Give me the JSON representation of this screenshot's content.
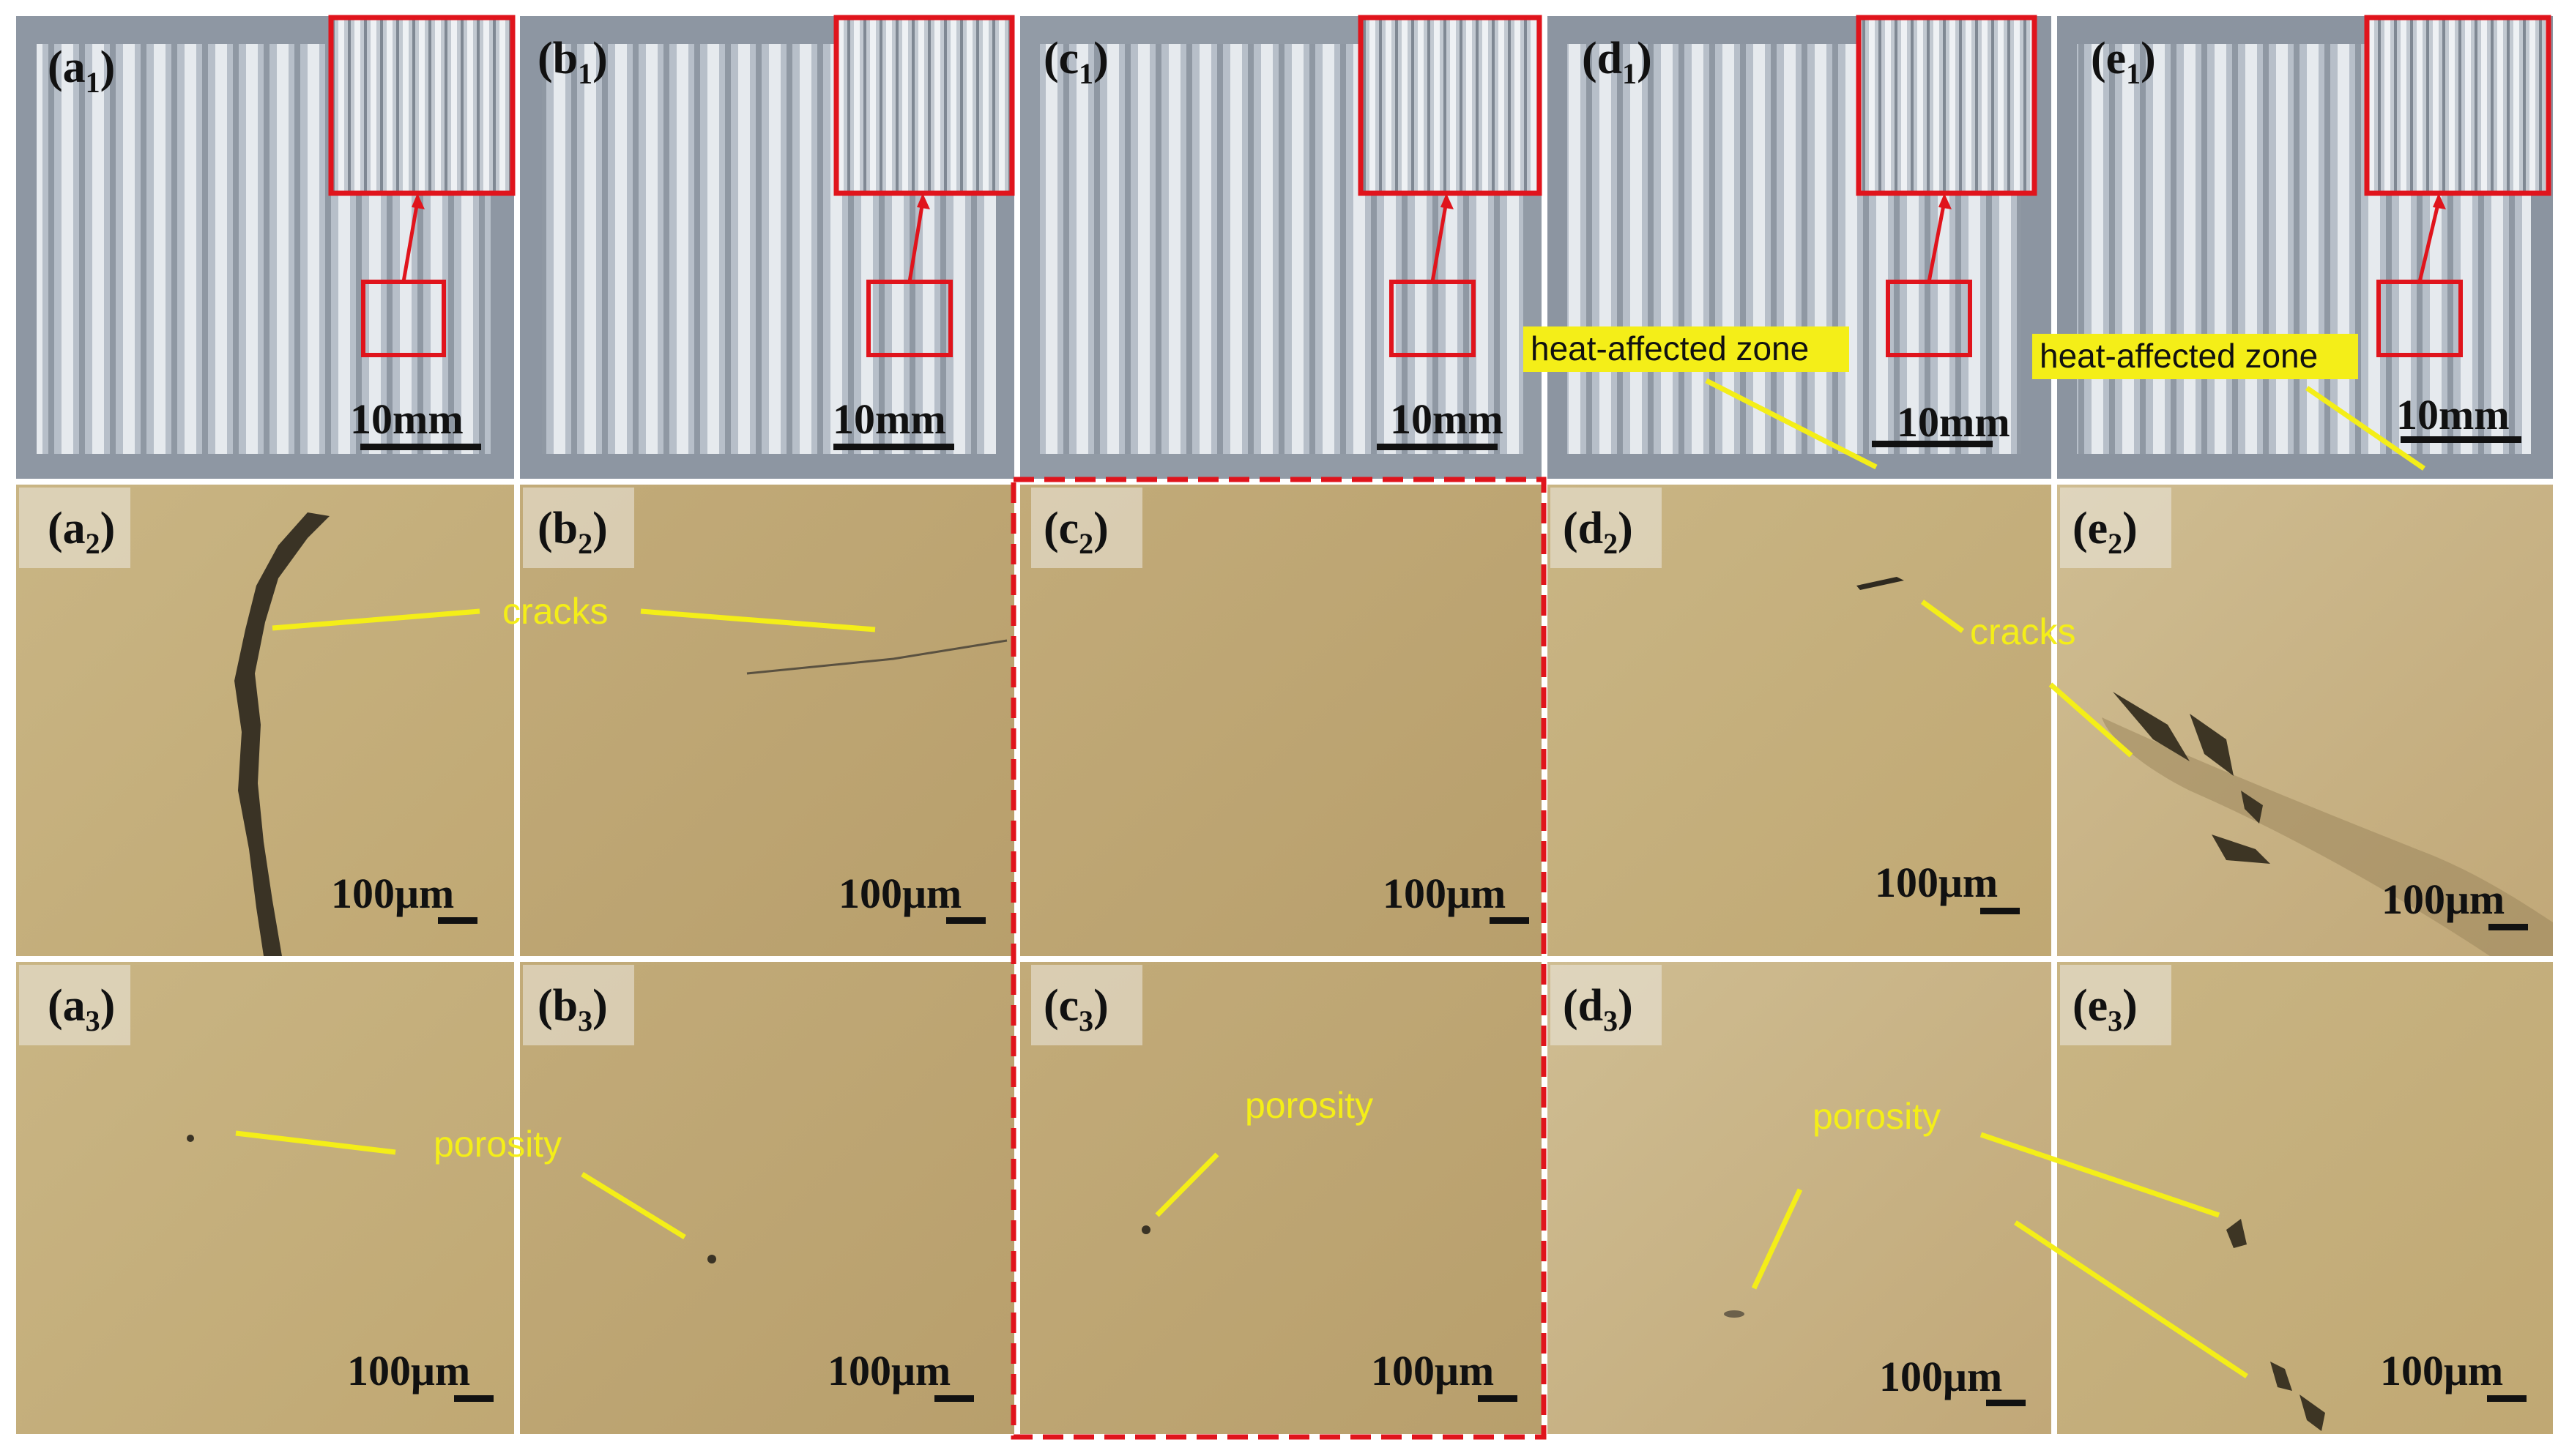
{
  "panels": {
    "a1": {
      "letter": "(a",
      "sub": "1",
      "close": ")"
    },
    "b1": {
      "letter": "(b",
      "sub": "1",
      "close": ")"
    },
    "c1": {
      "letter": "(c",
      "sub": "1",
      "close": ")"
    },
    "d1": {
      "letter": "(d",
      "sub": "1",
      "close": ")"
    },
    "e1": {
      "letter": "(e",
      "sub": "1",
      "close": ")"
    },
    "a2": {
      "letter": "(a",
      "sub": "2",
      "close": ")"
    },
    "b2": {
      "letter": "(b",
      "sub": "2",
      "close": ")"
    },
    "c2": {
      "letter": "(c",
      "sub": "2",
      "close": ")"
    },
    "d2": {
      "letter": "(d",
      "sub": "2",
      "close": ")"
    },
    "e2": {
      "letter": "(e",
      "sub": "2",
      "close": ")"
    },
    "a3": {
      "letter": "(a",
      "sub": "3",
      "close": ")"
    },
    "b3": {
      "letter": "(b",
      "sub": "3",
      "close": ")"
    },
    "c3": {
      "letter": "(c",
      "sub": "3",
      "close": ")"
    },
    "d3": {
      "letter": "(d",
      "sub": "3",
      "close": ")"
    },
    "e3": {
      "letter": "(e",
      "sub": "3",
      "close": ")"
    }
  },
  "scale": {
    "macro": "10mm",
    "micro": "100μm"
  },
  "annotations": {
    "cracks": "cracks",
    "porosity": "porosity",
    "heat_affected_zone": "heat-affected zone"
  },
  "colors": {
    "inset_box": "#e0141c",
    "annotation": "#f4ee18",
    "highlight_box": "#e0141c",
    "micro_bg": "#c5ae7d"
  }
}
